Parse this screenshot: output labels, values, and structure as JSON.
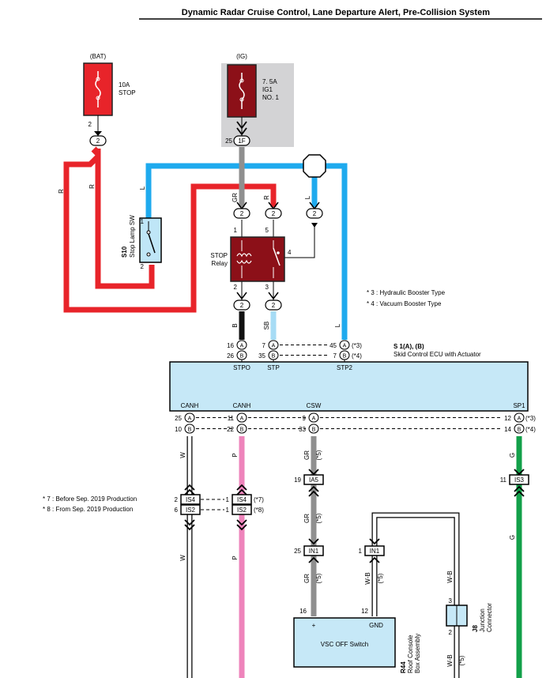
{
  "header": {
    "title": "Dynamic Radar Cruise Control, Lane Departure Alert, Pre-Collision System"
  },
  "fuses": {
    "bat": {
      "source": "(BAT)",
      "rating": "10A",
      "name": "STOP",
      "pin": "2",
      "conn": "2"
    },
    "ig": {
      "source": "(IG)",
      "rating": "7. 5A",
      "name": "IG1",
      "no": "NO. 1",
      "pin": "25",
      "conn": "1F"
    }
  },
  "stop_lamp_sw": {
    "id": "S10",
    "name": "Stop Lamp SW",
    "pin1": "1",
    "pin2": "2"
  },
  "relay": {
    "name1": "STOP",
    "name2": "Relay",
    "pin1": "1",
    "pin5": "5",
    "pin4": "4",
    "pin2": "2",
    "pin3": "3"
  },
  "connectors": {
    "c2": "2"
  },
  "wire_colors": {
    "R": "R",
    "L": "L",
    "GR": "GR",
    "B": "B",
    "SB": "SB",
    "W": "W",
    "P": "P",
    "G": "G",
    "WB": "W-B"
  },
  "notes": {
    "n3": "* 3 : Hydraulic Booster Type",
    "n4": "* 4 : Vacuum Booster Type",
    "n7": "* 7 : Before Sep. 2019 Production",
    "n8": "* 8 : From Sep. 2019 Production"
  },
  "ecu": {
    "id": "S 1(A), (B)",
    "name": "Skid Control ECU with Actuator",
    "pins_top": [
      {
        "label": "STPO",
        "a": "16",
        "b": "26"
      },
      {
        "label": "STP",
        "a": "7",
        "b": "35"
      },
      {
        "label": "STP2",
        "a": "45",
        "b": "7"
      }
    ],
    "pins_bottom": [
      {
        "label": "CANH",
        "a": "25",
        "b": "10"
      },
      {
        "label": "CANH",
        "a": "11",
        "b": "22"
      },
      {
        "label": "CSW",
        "a": "9",
        "b": "33"
      },
      {
        "label": "SP1",
        "a": "12",
        "b": "14"
      }
    ],
    "mark_a": "A",
    "mark_b": "B",
    "star3": "(*3)",
    "star4": "(*4)"
  },
  "inline": {
    "is4": "IS4",
    "is2": "IS2",
    "ia5": "IA5",
    "in1": "IN1",
    "is3": "IS3",
    "s7": "(*7)",
    "s8": "(*8)",
    "s5": "(*5)",
    "p2": "2",
    "p6": "6",
    "p1": "1",
    "p19": "19",
    "p25": "25",
    "p11": "11",
    "p1b": "1"
  },
  "vsc": {
    "name": "VSC OFF Switch",
    "plus": "+",
    "gnd": "GND",
    "p16": "16",
    "p12": "12"
  },
  "r44": {
    "id": "R44",
    "name1": "Roof Console",
    "name2": "Box Assembly"
  },
  "j8": {
    "id": "J8",
    "name1": "Junction",
    "name2": "Connector",
    "p3": "3",
    "p2": "2"
  }
}
